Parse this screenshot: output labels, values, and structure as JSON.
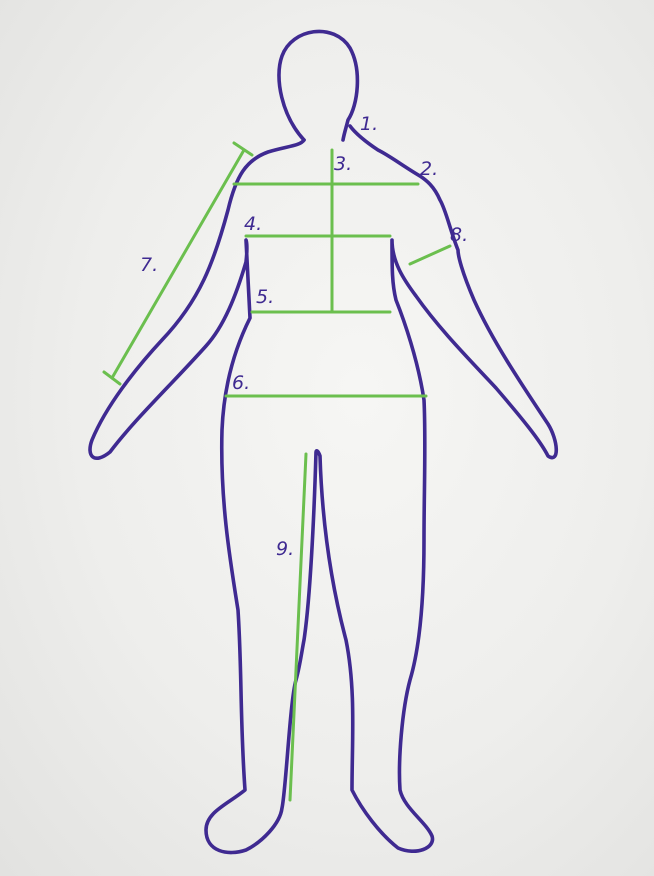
{
  "colors": {
    "outline": "#3f2a91",
    "measurement_lines": "#6bbf4e",
    "paper": "#f3f3f1"
  },
  "labels": {
    "m1": "1.",
    "m2": "2.",
    "m3": "3.",
    "m4": "4.",
    "m5": "5.",
    "m6": "6.",
    "m7": "7.",
    "m8": "8.",
    "m9": "9."
  }
}
